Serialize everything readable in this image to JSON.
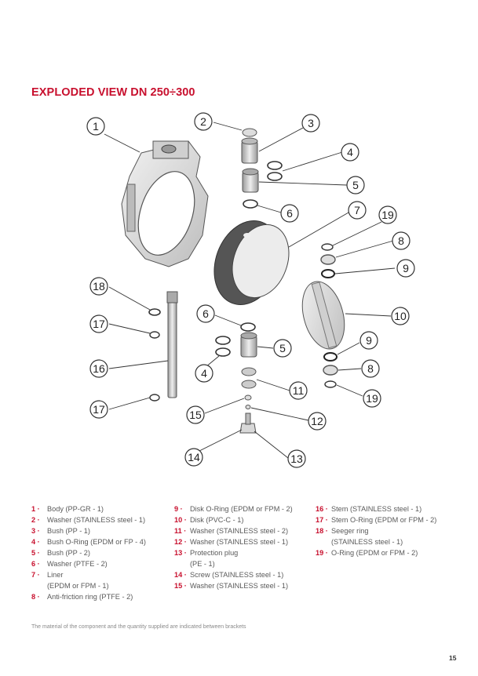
{
  "heading": "EXPLODED VIEW DN 250÷300",
  "callouts": [
    "1",
    "2",
    "3",
    "4",
    "5",
    "6",
    "7",
    "19",
    "8",
    "9",
    "10",
    "18",
    "17",
    "16",
    "17",
    "6",
    "4",
    "5",
    "11",
    "9",
    "8",
    "19",
    "15",
    "12",
    "14",
    "13"
  ],
  "legend": {
    "col1": [
      {
        "num": "1 ·",
        "text": "Body (PP-GR - 1)"
      },
      {
        "num": "2 ·",
        "text": "Washer (STAINLESS steel - 1)"
      },
      {
        "num": "3 ·",
        "text": "Bush (PP - 1)"
      },
      {
        "num": "4 ·",
        "text": "Bush O-Ring (EPDM or FP - 4)"
      },
      {
        "num": "5 ·",
        "text": "Bush (PP - 2)"
      },
      {
        "num": "6 ·",
        "text": "Washer (PTFE - 2)"
      },
      {
        "num": "7 ·",
        "text": "Liner\n(EPDM or FPM - 1)"
      },
      {
        "num": "8 ·",
        "text": "Anti-friction ring (PTFE - 2)"
      }
    ],
    "col2": [
      {
        "num": "9 ·",
        "text": "Disk O-Ring (EPDM or FPM - 2)"
      },
      {
        "num": "10 ·",
        "text": "Disk (PVC-C - 1)"
      },
      {
        "num": "11 ·",
        "text": "Washer (STAINLESS steel - 2)"
      },
      {
        "num": "12 ·",
        "text": "Washer (STAINLESS steel - 1)"
      },
      {
        "num": "13 ·",
        "text": "Protection plug\n(PE - 1)"
      },
      {
        "num": "14 ·",
        "text": "Screw (STAINLESS steel - 1)"
      },
      {
        "num": "15 ·",
        "text": "Washer (STAINLESS steel - 1)"
      }
    ],
    "col3": [
      {
        "num": "16 ·",
        "text": "Stem (STAINLESS steel - 1)"
      },
      {
        "num": "17 ·",
        "text": "Stem O-Ring (EPDM or FPM - 2)"
      },
      {
        "num": "18 ·",
        "text": "Seeger ring\n(STAINLESS steel - 1)"
      },
      {
        "num": "19 ·",
        "text": "O-Ring (EPDM or FPM - 2)"
      }
    ]
  },
  "footnote": "The material of the component and the quantity supplied are indicated between brackets",
  "page_number": "15",
  "colors": {
    "accent": "#c8102e",
    "part_fill": "#dcdcdc",
    "liner": "#5a5a5a"
  }
}
